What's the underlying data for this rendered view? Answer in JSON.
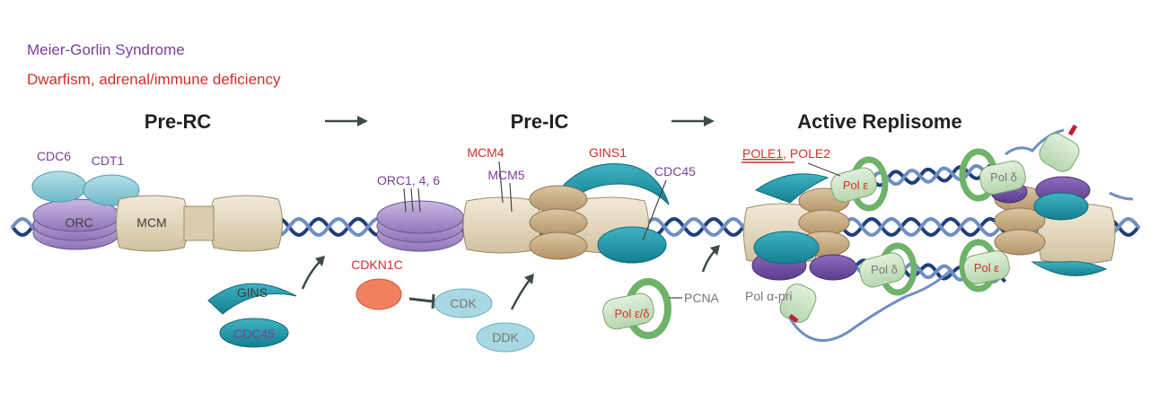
{
  "legend": {
    "purple_text": "Meier-Gorlin Syndrome",
    "red_text": "Dwarfism, adrenal/immune deficiency",
    "purple_color": "#7b3f98",
    "red_color": "#d2302a"
  },
  "stages": {
    "pre_rc": "Pre-RC",
    "pre_ic": "Pre-IC",
    "active": "Active Replisome"
  },
  "labels": {
    "cdc6": "CDC6",
    "cdt1": "CDT1",
    "orc": "ORC",
    "mcm": "MCM",
    "orc146": "ORC1, 4, 6",
    "mcm4": "MCM4",
    "mcm5": "MCM5",
    "gins1": "GINS1",
    "cdc45_top": "CDC45",
    "cdkn1c": "CDKN1C",
    "cdk": "CDK",
    "ddk": "DDK",
    "gins": "GINS",
    "cdc45_bottom": "CDC45",
    "pol_ed": "Pol ε/δ",
    "pcna": "PCNA",
    "pole1": "POLE1",
    "pole_sep": ", ",
    "pole2": "POLE2",
    "pol_e_top": "Pol ε",
    "pol_d_top": "Pol δ",
    "pol_d_bottom": "Pol δ",
    "pol_e_bottom": "Pol ε",
    "pol_alpha": "Pol α-pri"
  },
  "colors": {
    "dna_dark": "#1f3f7a",
    "dna_light": "#6f8fc4",
    "orc": "#a58fc8",
    "mcm": "#e5dcc5",
    "cdc6": "#8cc9d6",
    "gins": "#1e96a8",
    "tan": "#c8ad86",
    "pol": "#c9e3c3",
    "pcna": "#6fb36a",
    "cdkn1c": "#f08060",
    "purple_dark": "#6c4a98",
    "arrow": "#3f4a4a"
  }
}
